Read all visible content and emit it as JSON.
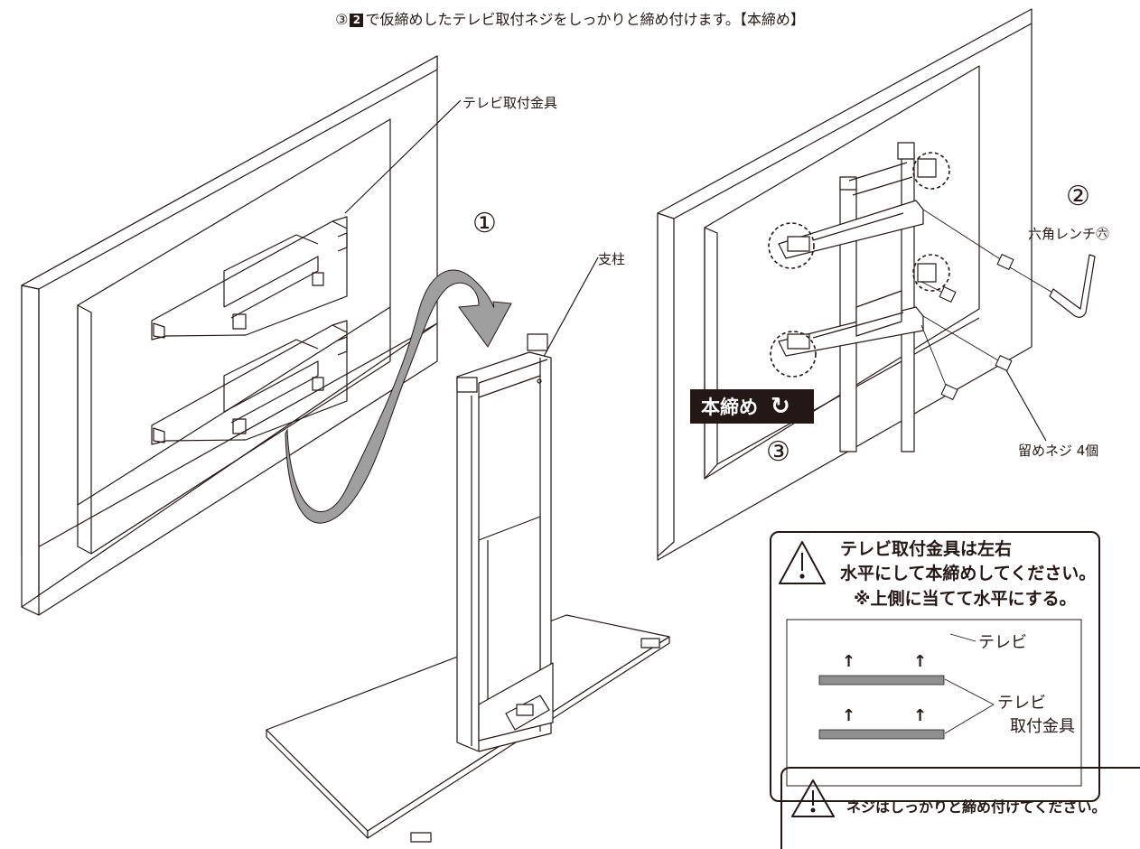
{
  "instruction": {
    "prefix": "③",
    "step_badge": "2",
    "text": "で仮締めしたテレビ取付ネジをしっかりと締め付けます。【本締め】"
  },
  "labels": {
    "tv_bracket": "テレビ取付金具",
    "pillar": "支柱",
    "hex_wrench": "六角レンチ㊅",
    "fixing_screws": "留めネジ 4個"
  },
  "steps": {
    "step1": "①",
    "step2": "②",
    "step3": "③"
  },
  "tighten_badge": "本締め",
  "caution": {
    "line1": "テレビ取付金具は左右",
    "line2": "水平にして本締めしてください。",
    "line3": "※上側に当てて水平にする。",
    "inset_tv": "テレビ",
    "inset_bracket_1": "テレビ",
    "inset_bracket_2": "取付金具",
    "arrow_glyph": "↑"
  },
  "caution2": {
    "text": "ネジはしっかりと締め付けてください。"
  },
  "colors": {
    "ink": "#231815",
    "arrow_fill": "#9f9f9f",
    "bar_fill": "#8f8f8f"
  }
}
